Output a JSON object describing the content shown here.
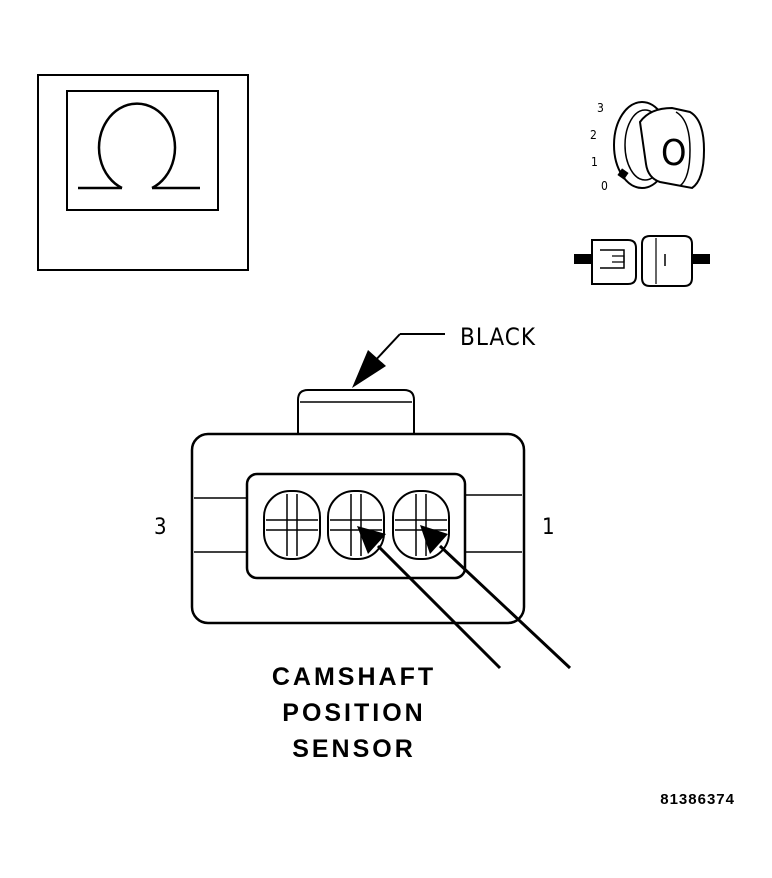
{
  "ignition": {
    "positions": [
      "3",
      "2",
      "1",
      "0"
    ],
    "key_glyph": "O"
  },
  "callout": {
    "color_label": "BLACK"
  },
  "connector": {
    "pin_left": "3",
    "pin_right": "1"
  },
  "title": {
    "line1": "CAMSHAFT",
    "line2": "POSITION",
    "line3": "SENSOR"
  },
  "figure_number": "81386374",
  "icons": {
    "meter": "ohmmeter-omega-icon",
    "ignition": "ignition-key-icon",
    "connector": "disconnected-connector-icon"
  }
}
